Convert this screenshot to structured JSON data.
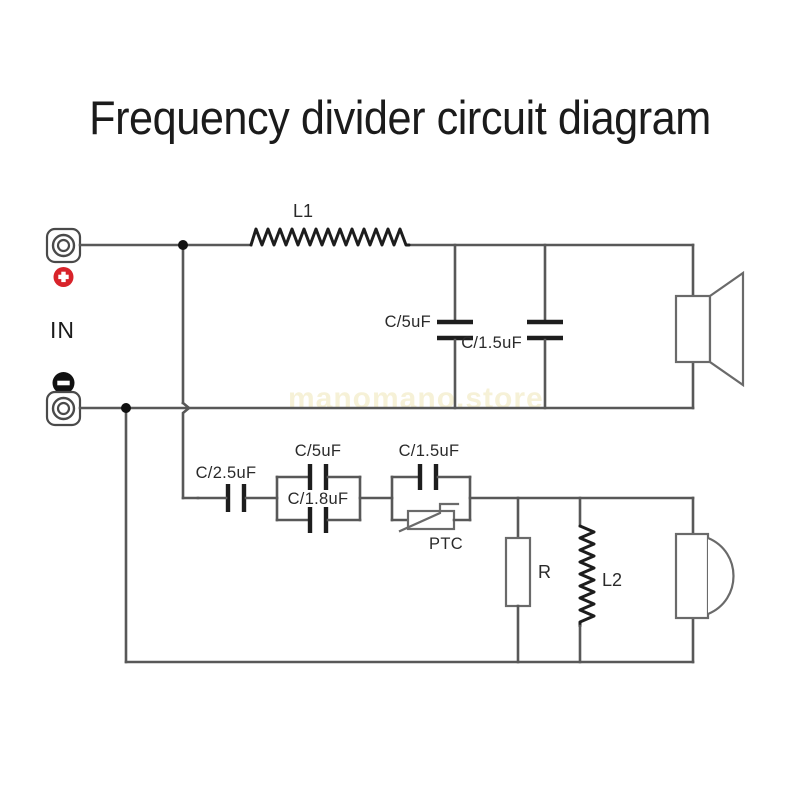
{
  "page": {
    "title": "Frequency divider circuit diagram",
    "background_color": "#ffffff",
    "wire_color": "#585858",
    "accent_positive_color": "#d8232a",
    "accent_negative_color": "#111111",
    "watermark_text": "manomano.store"
  },
  "input": {
    "label": "IN",
    "positive_badge": "+",
    "negative_badge": "-",
    "terminal_positive_name": "positive-input-terminal",
    "terminal_negative_name": "negative-input-terminal"
  },
  "components": {
    "l1": {
      "label": "L1",
      "type": "inductor"
    },
    "l2": {
      "label": "L2",
      "type": "inductor"
    },
    "r": {
      "label": "R",
      "type": "resistor"
    },
    "ptc": {
      "label": "PTC",
      "type": "ptc-thermistor"
    },
    "c_top_left": {
      "label": "C/5uF",
      "type": "capacitor"
    },
    "c_top_right": {
      "label": "C/1.5uF",
      "type": "capacitor"
    },
    "c_series": {
      "label": "C/2.5uF",
      "type": "capacitor"
    },
    "c_box1_top": {
      "label": "C/5uF",
      "type": "capacitor"
    },
    "c_box1_bottom": {
      "label": "C/1.8uF",
      "type": "capacitor"
    },
    "c_box2_top": {
      "label": "C/1.5uF",
      "type": "capacitor"
    },
    "tweeter": {
      "type": "loudspeaker-tweeter"
    },
    "woofer": {
      "type": "loudspeaker-woofer"
    }
  }
}
